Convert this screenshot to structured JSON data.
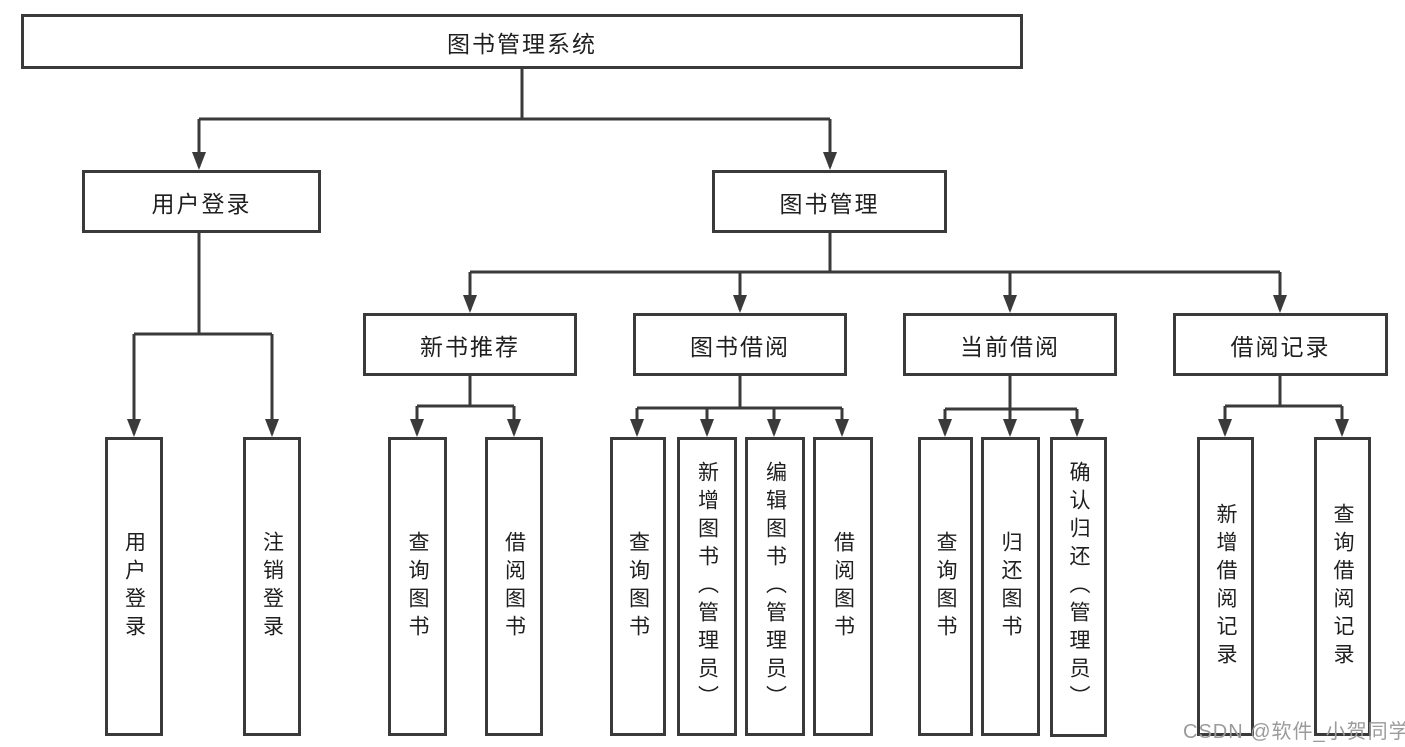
{
  "diagram": {
    "type": "hierarchy",
    "tree": {
      "label": "图书管理系统",
      "children": [
        {
          "label": "用户登录",
          "children": [
            {
              "label": "用户登录"
            },
            {
              "label": "注销登录"
            }
          ]
        },
        {
          "label": "图书管理",
          "children": [
            {
              "label": "新书推荐",
              "children": [
                {
                  "label": "查询图书"
                },
                {
                  "label": "借阅图书"
                }
              ]
            },
            {
              "label": "图书借阅",
              "children": [
                {
                  "label": "查询图书"
                },
                {
                  "label": "新增图书（管理员）"
                },
                {
                  "label": "编辑图书（管理员）"
                },
                {
                  "label": "借阅图书"
                }
              ]
            },
            {
              "label": "当前借阅",
              "children": [
                {
                  "label": "查询图书"
                },
                {
                  "label": "归还图书"
                },
                {
                  "label": "确认归还（管理员）"
                }
              ]
            },
            {
              "label": "借阅记录",
              "children": [
                {
                  "label": "新增借阅记录"
                },
                {
                  "label": "查询借阅记录"
                }
              ]
            }
          ]
        }
      ]
    },
    "line_color": "#3a3a3a",
    "box_background": "#ffffff",
    "text_color": "#1f1f1f"
  },
  "watermark": {
    "text": "CSDN @软件_小贺同学",
    "color": "#9b9b9b"
  }
}
